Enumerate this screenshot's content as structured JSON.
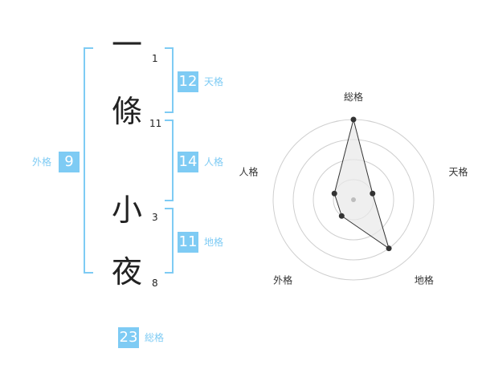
{
  "name_chars": [
    {
      "char": "一",
      "strokes": "1"
    },
    {
      "char": "條",
      "strokes": "11"
    },
    {
      "char": "小",
      "strokes": "3"
    },
    {
      "char": "夜",
      "strokes": "8"
    }
  ],
  "kakaku": {
    "tenkaku": {
      "value": "12",
      "label": "天格"
    },
    "jinkaku": {
      "value": "14",
      "label": "人格"
    },
    "chikaku": {
      "value": "11",
      "label": "地格"
    },
    "gaikaku": {
      "value": "9",
      "label": "外格"
    },
    "soukaku": {
      "value": "23",
      "label": "総格"
    }
  },
  "colors": {
    "accent": "#7ecbf4",
    "text": "#222222",
    "radar_fill": "#e8e8e8"
  },
  "chart_data": {
    "type": "radar",
    "axes": [
      "総格",
      "天格",
      "地格",
      "外格",
      "人格"
    ],
    "values": [
      4,
      1,
      3,
      1,
      1
    ],
    "range": [
      0,
      4
    ],
    "rings": 4
  }
}
